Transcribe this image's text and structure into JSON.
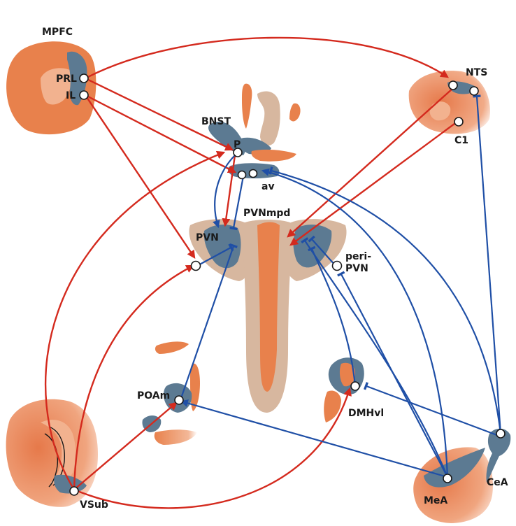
{
  "diagram": {
    "regions": {
      "mpfc": "MPFC",
      "prl": "PRL",
      "il": "IL",
      "nts": "NTS",
      "c1": "C1",
      "bnst": "BNST",
      "p": "P",
      "av": "av",
      "pvnmpd": "PVNmpd",
      "pvn": "PVN",
      "peri_pvn_line1": "peri-",
      "peri_pvn_line2": "PVN",
      "poam": "POAm",
      "dmhvl": "DMHvl",
      "cea": "CeA",
      "mea": "MeA",
      "vsub": "VSub"
    },
    "colors": {
      "excitatory": "#d42a1e",
      "inhibitory": "#1f4fa6",
      "tissue_orange": "#e8814c",
      "tissue_beige": "#d7b79f",
      "nucleus_slate": "#5c7a92"
    }
  }
}
